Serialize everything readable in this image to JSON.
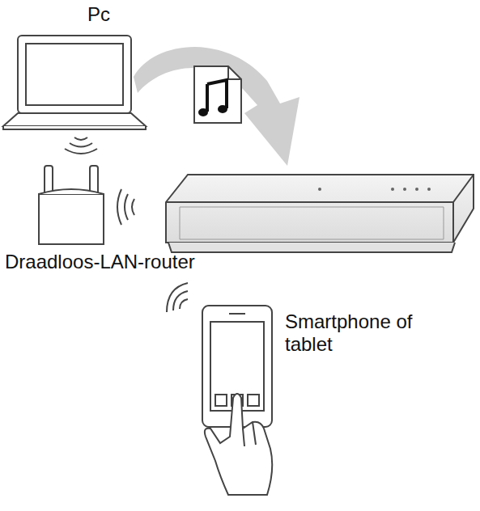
{
  "diagram": {
    "labels": [
      "Pc",
      "Draadloos-LAN-router",
      "Smartphone of tablet"
    ]
  }
}
